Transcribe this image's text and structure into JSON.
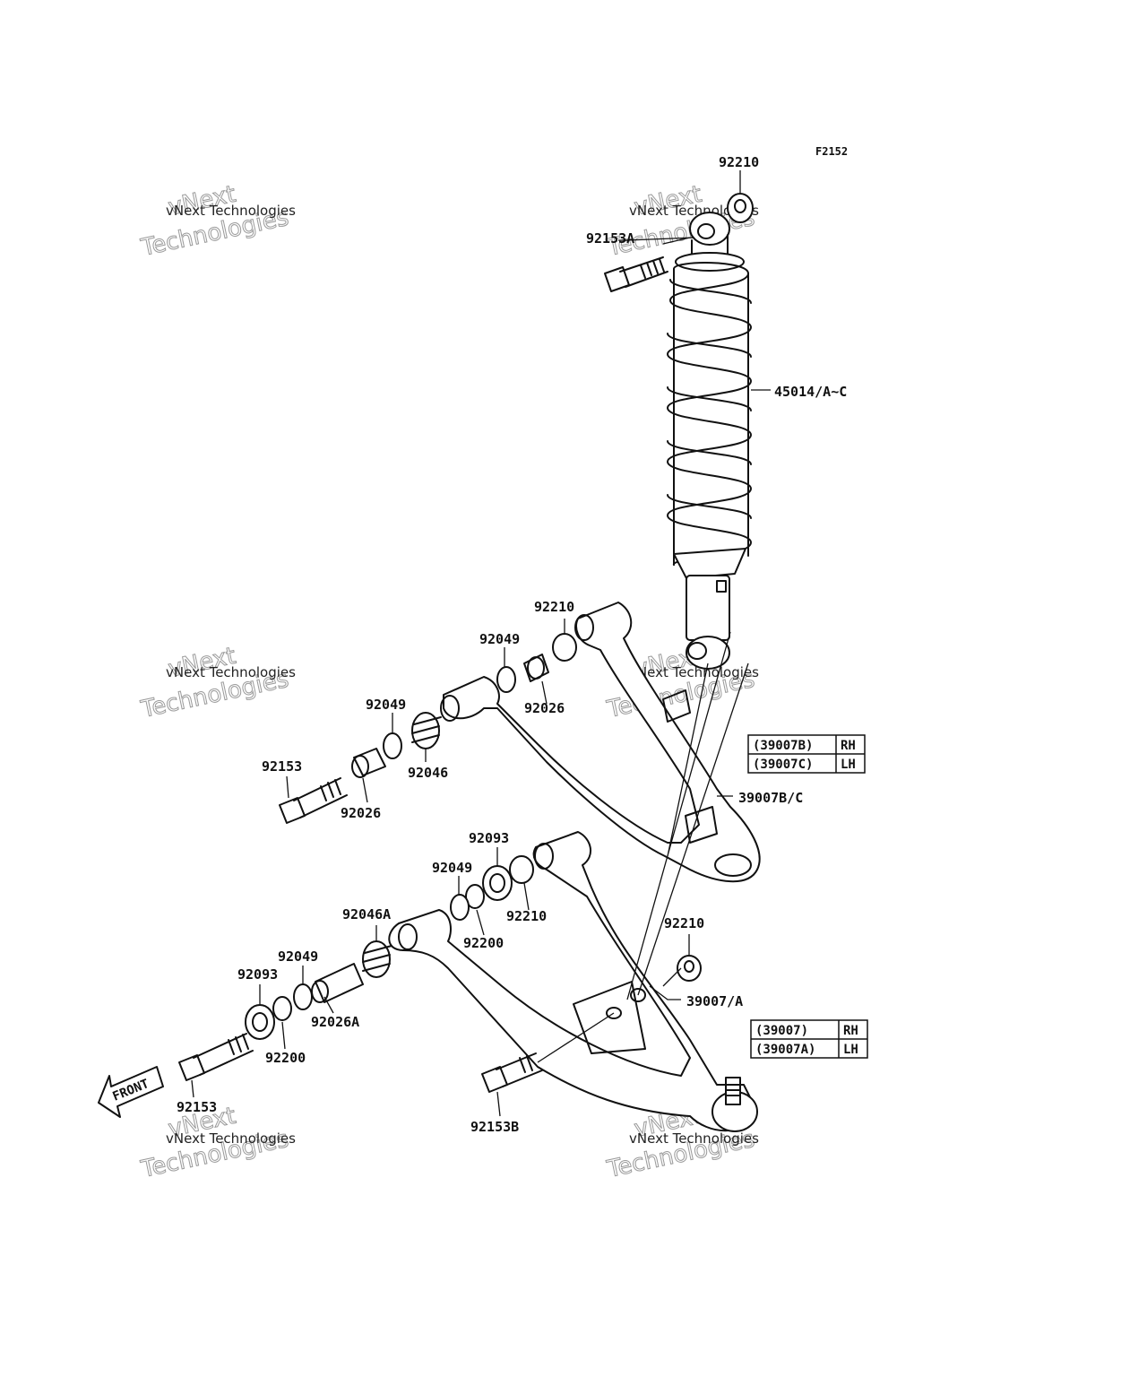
{
  "figure_code": "F2152",
  "watermark": {
    "line1": "vNext Technologies",
    "line2": "vNext",
    "line3": "Technologies"
  },
  "front_label": "FRONT",
  "part_labels": {
    "p92210_top": "92210",
    "p92153A": "92153A",
    "p45014": "45014/A~C",
    "p92210_upper": "92210",
    "p92049_upper_a": "92049",
    "p92026_upper_a": "92026",
    "p92049_upper_b": "92049",
    "p92046": "92046",
    "p92153_upper": "92153",
    "p92026_upper_b": "92026",
    "p39007BC": "39007B/C",
    "p92093_lower_a": "92093",
    "p92049_lower_a": "92049",
    "p92210_lower_a": "92210",
    "p92200_lower_a": "92200",
    "p92046A": "92046A",
    "p92210_lower_b": "92210",
    "p92049_lower_b": "92049",
    "p92093_lower_b": "92093",
    "p92026A": "92026A",
    "p39007A": "39007/A",
    "p92200_lower_b": "92200",
    "p92153_lower": "92153",
    "p92153B": "92153B"
  },
  "tables": {
    "upper": {
      "rows": [
        {
          "part": "(39007B)",
          "side": "RH"
        },
        {
          "part": "(39007C)",
          "side": "LH"
        }
      ]
    },
    "lower": {
      "rows": [
        {
          "part": "(39007)",
          "side": "RH"
        },
        {
          "part": "(39007A)",
          "side": "LH"
        }
      ]
    }
  }
}
